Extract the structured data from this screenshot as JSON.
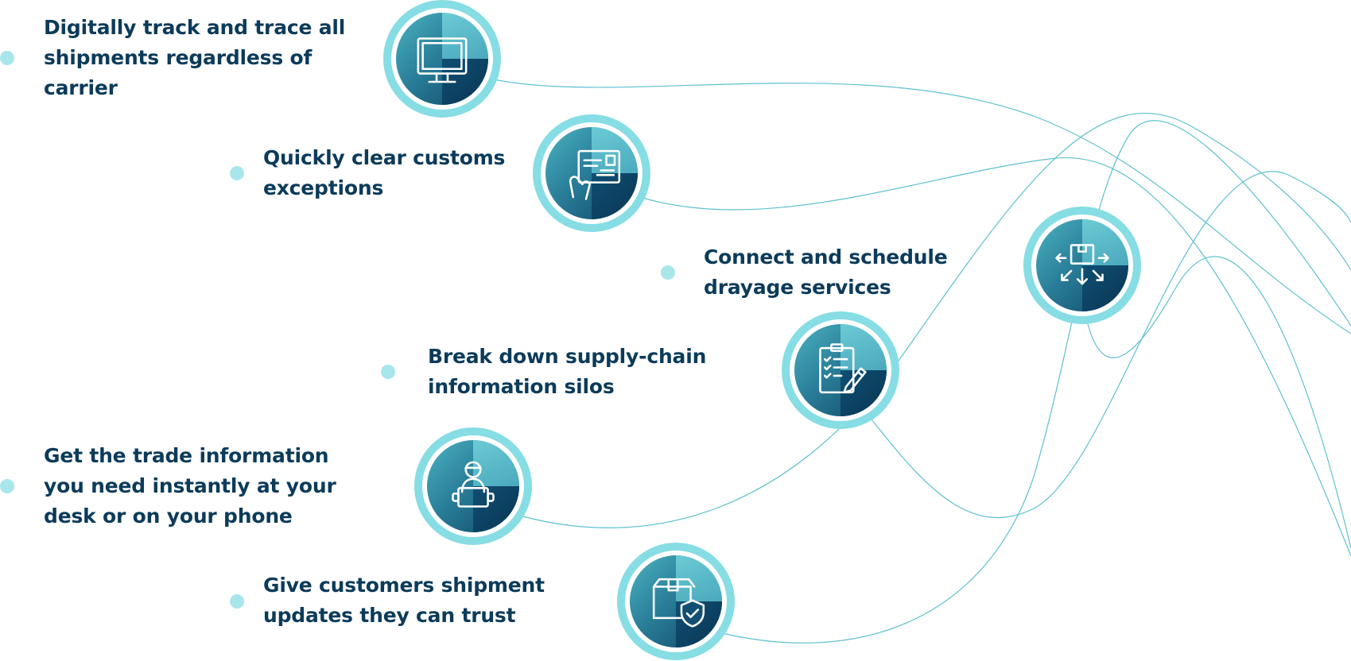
{
  "colors": {
    "text": "#0c3b5a",
    "dot": "#a8e6ec",
    "ring": "#86dde4",
    "connector_line": "#5ec0d0"
  },
  "features": [
    {
      "lines": [
        "Digitally track and trace all",
        "shipments regardless of",
        "carrier"
      ],
      "icon": "monitor-icon"
    },
    {
      "lines": [
        "Quickly clear customs",
        "exceptions"
      ],
      "icon": "customs-document-icon"
    },
    {
      "lines": [
        "Connect and schedule",
        "drayage services"
      ],
      "icon": "package-distribution-icon"
    },
    {
      "lines": [
        "Break down supply-chain",
        "information silos"
      ],
      "icon": "clipboard-checklist-icon"
    },
    {
      "lines": [
        "Get the trade information",
        "you need instantly at your",
        "desk or on your phone"
      ],
      "icon": "worker-with-box-icon"
    },
    {
      "lines": [
        "Give customers shipment",
        "updates they can trust"
      ],
      "icon": "package-shield-icon"
    }
  ]
}
